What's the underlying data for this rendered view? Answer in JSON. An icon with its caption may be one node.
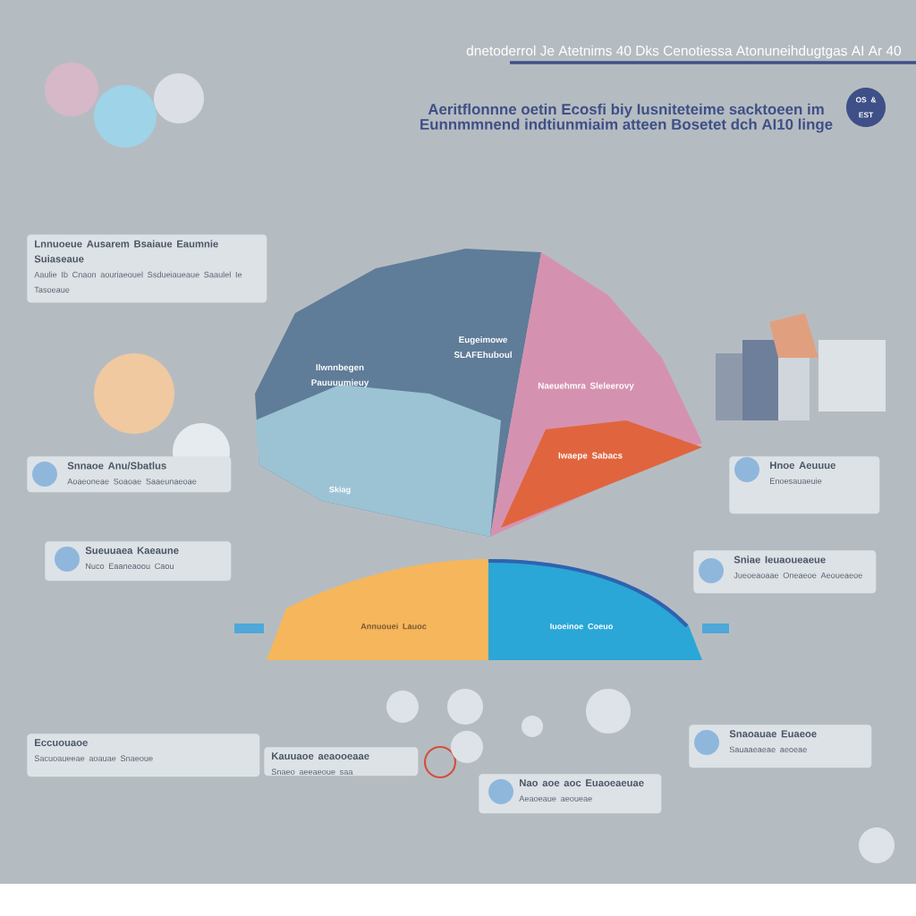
{
  "diagram": {
    "title": "dnetoderrol Je Atetnims 40 Dks Cenotiessa Atonuneihdugtgas AI Ar 40",
    "nodes": [
      {
        "text": [
          "Lnnuoeue Ausarem Bsaiaue Eaumnie Suiaseaue",
          "Aaulie Ib Cnaon aouriaeouel Ssdueiaueaue Saaulel Ie Tasoeaue"
        ]
      },
      {
        "text": [
          "Snnaoe Anu/Sbatlus",
          "Aoaeoneae Soaoae Saaeunaeoae"
        ]
      },
      {
        "text": [
          "Sueuuaea Kaeaune",
          "Nuco Eaaneaoou Caou"
        ]
      },
      {
        "text": [
          "Hnoe Aeuuue",
          "Enoesauaeuie"
        ]
      },
      {
        "text": [
          "Sniae Ieuaoueaeue",
          "Jueoeaoaae Oneaeoe Aeoueaeoe"
        ]
      },
      {
        "text": [
          "Eccuouaoe",
          "Sacuoaueeae aoauae Snaeoue"
        ]
      },
      {
        "text": [
          "Kauuaoe aeaooeaae",
          "Snaeo aeeaeoue saa"
        ]
      },
      {
        "text": [
          "Nao aoe aoc Euaoeaeuae",
          "Aeaoeaue aeoueae"
        ]
      },
      {
        "text": [
          "Snaoauae Euaeoe",
          "Sauaaeaeae aeoeae"
        ]
      }
    ],
    "labels": [
      "Aeritflonnne oetin Ecosfi biy Iusniteteime sacktoeen im Eunnmmnend indtiunmiaim atteen Bosetet dch AI10 linge",
      "OS & EST",
      "Eugeimowe SLAFEhuboul",
      "Ilwnnbegen Pauuuumieuy",
      "Naeuehmra Sleleerovy",
      "Iwaepe Sabacs",
      "Skiag",
      "Annuouei Lauoc",
      "Iuoeinoe Coeuo"
    ]
  }
}
